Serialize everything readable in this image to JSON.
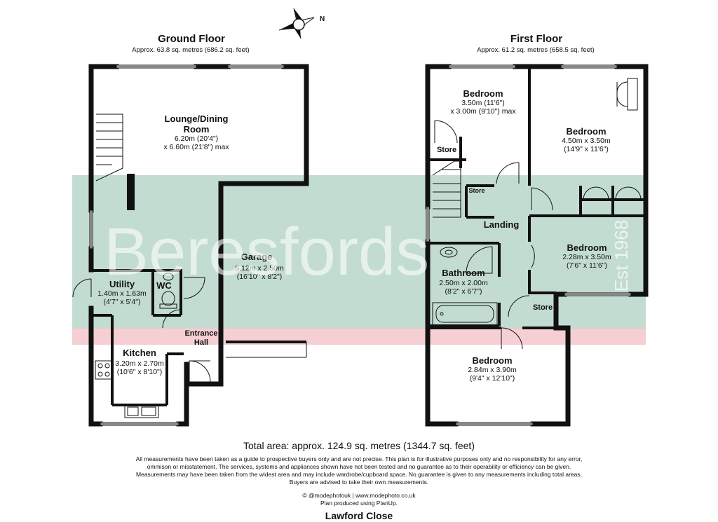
{
  "compass": {
    "label": "N"
  },
  "watermark": {
    "brand": "Beresfords",
    "established": "Est 1968"
  },
  "ground_floor": {
    "title": "Ground Floor",
    "area": "Approx. 63.8 sq. metres (686.2 sq. feet)",
    "rooms": {
      "lounge": {
        "name_line1": "Lounge/Dining",
        "name_line2": "Room",
        "dim_line1": "6.20m (20'4\")",
        "dim_line2": "x 6.60m (21'8\") max"
      },
      "garage": {
        "name": "Garage",
        "dim_line1": "5.12m x 2.50m",
        "dim_line2": "(16'10\" x 8'2\")"
      },
      "utility": {
        "name": "Utility",
        "dim_line1": "1.40m x 1.63m",
        "dim_line2": "(4'7\" x 5'4\")"
      },
      "wc": {
        "name": "WC"
      },
      "entrance": {
        "name_line1": "Entrance",
        "name_line2": "Hall"
      },
      "kitchen": {
        "name": "Kitchen",
        "dim_line1": "3.20m x 2.70m",
        "dim_line2": "(10'6\" x 8'10\")"
      }
    }
  },
  "first_floor": {
    "title": "First Floor",
    "area": "Approx. 61.2 sq. metres (658.5 sq. feet)",
    "rooms": {
      "bedroom1": {
        "name": "Bedroom",
        "dim_line1": "3.50m (11'6\")",
        "dim_line2": "x 3.00m (9'10\") max"
      },
      "bedroom2": {
        "name": "Bedroom",
        "dim_line1": "4.50m x 3.50m",
        "dim_line2": "(14'9\" x 11'6\")"
      },
      "store1": {
        "name": "Store"
      },
      "store2": {
        "name": "Store"
      },
      "landing": {
        "name": "Landing"
      },
      "bedroom3": {
        "name": "Bedroom",
        "dim_line1": "2.28m x 3.50m",
        "dim_line2": "(7'6\" x 11'6\")"
      },
      "bathroom": {
        "name": "Bathroom",
        "dim_line1": "2.50m x 2.00m",
        "dim_line2": "(8'2\" x 6'7\")"
      },
      "store3": {
        "name": "Store"
      },
      "bedroom4": {
        "name": "Bedroom",
        "dim_line1": "2.84m x 3.90m",
        "dim_line2": "(9'4\" x 12'10\")"
      }
    }
  },
  "footer": {
    "total_area": "Total area: approx. 124.9 sq. metres (1344.7 sq. feet)",
    "disclaimer": [
      "All measurements have been taken as a guide to prospective buyers only and are not precise. This plan is for illustrative purposes only and no responsibility for any error,",
      "ommison or misstatement. The services, systems and appliances shown have not been tested and no guarantee as to their operability or efficiency can be given.",
      "Measurements may have been taken from the widest area and may include wardrobe/cupboard space. No guarantee is given to any measurements including total areas.",
      "Buyers are advised to take their own measurements."
    ],
    "credit_line1": "© @modephotouk | www.modephoto.co.uk",
    "credit_line2": "Plan produced using PlanUp.",
    "address": "Lawford Close"
  },
  "colors": {
    "wall": "#111111",
    "watermark_band": "#b9d6c9",
    "watermark_band_lower": "#f3c7cd",
    "watermark_text": "#ffffff"
  }
}
